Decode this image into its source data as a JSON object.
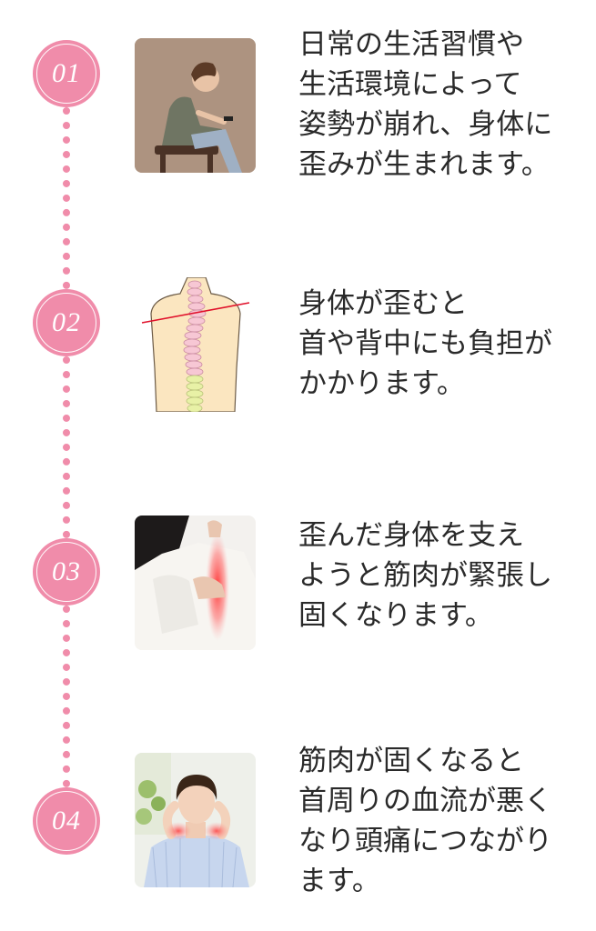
{
  "steps": [
    {
      "number": "01",
      "icon": "woman-using-phone-image",
      "lines": [
        "日常の生活習慣や",
        "生活環境によって",
        "姿勢が崩れ、身体に",
        "歪みが生まれます。"
      ]
    },
    {
      "number": "02",
      "icon": "curved-spine-illustration",
      "lines": [
        "身体が歪むと",
        "首や背中にも負担が",
        "かかります。"
      ]
    },
    {
      "number": "03",
      "icon": "back-pain-image",
      "lines": [
        "歪んだ身体を支え",
        "ようと筋肉が緊張し",
        "固くなります。"
      ]
    },
    {
      "number": "04",
      "icon": "neck-pain-image",
      "lines": [
        "筋肉が固くなると",
        "首周りの血流が悪く",
        "なり頭痛につながり",
        "ます。"
      ]
    }
  ],
  "colors": {
    "accent": "#f08caa",
    "text": "#2a2a2a",
    "background": "#ffffff"
  }
}
